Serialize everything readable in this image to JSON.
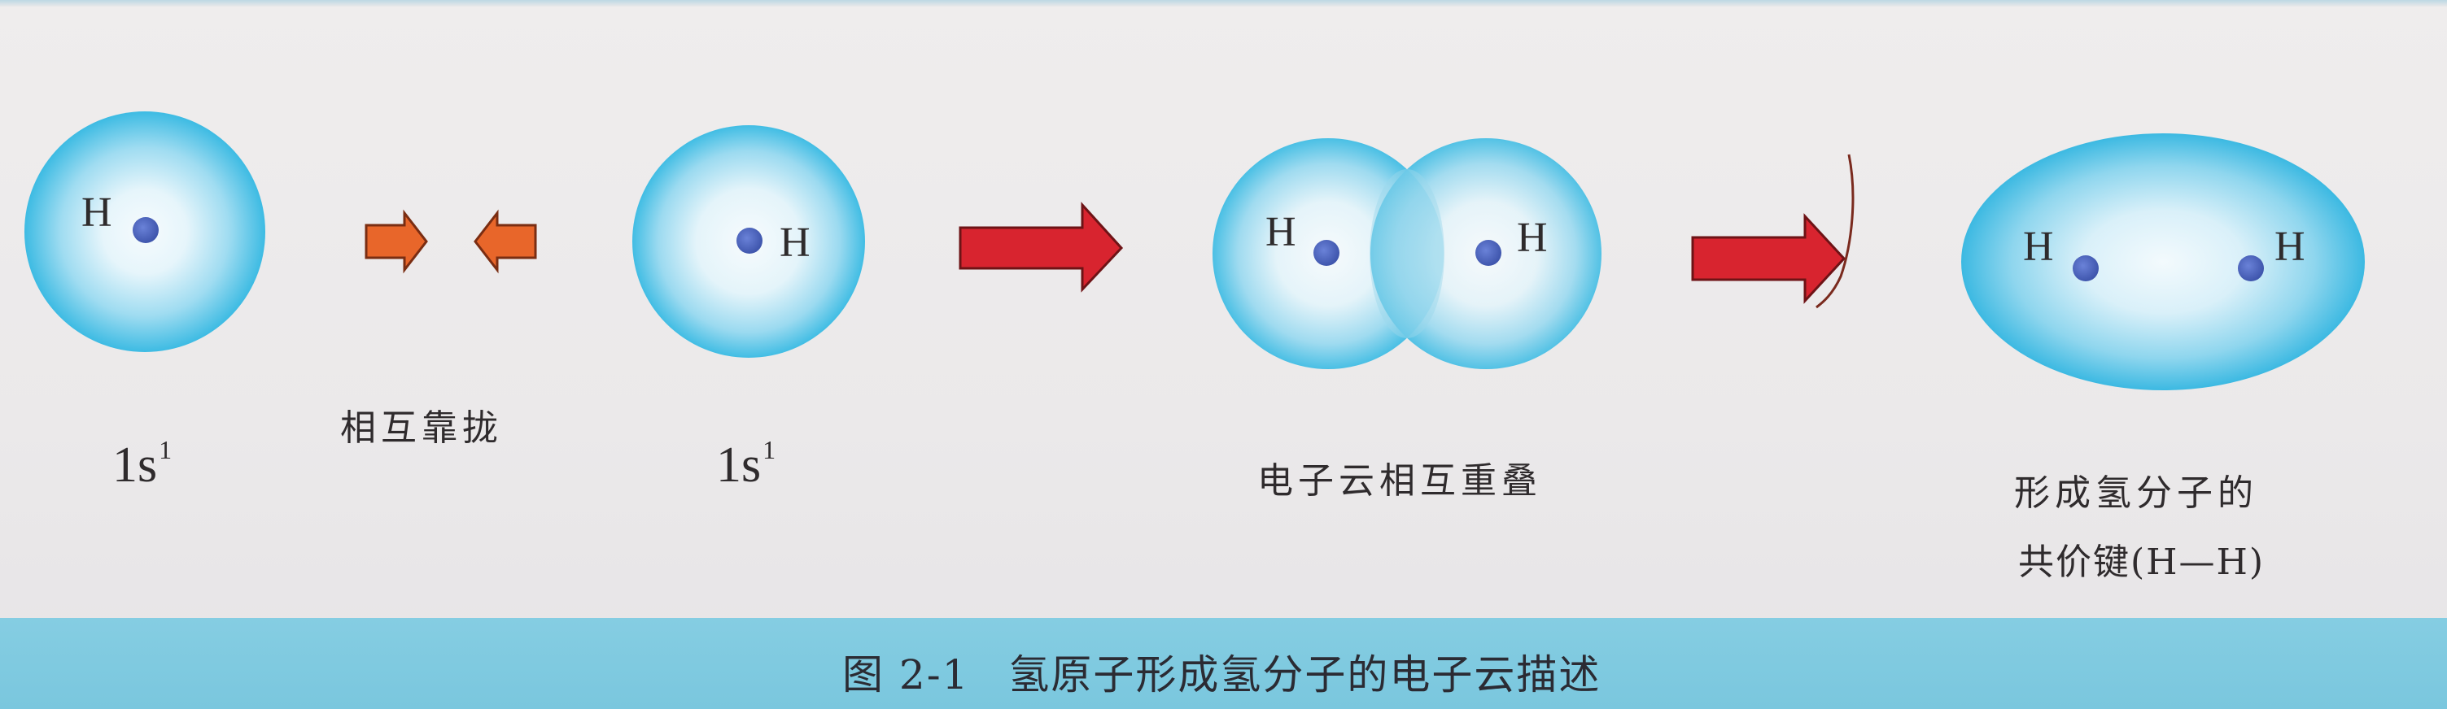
{
  "atom_label": "H",
  "orbital": {
    "base": "1s",
    "superscript": "1"
  },
  "steps": {
    "approach": "相互靠拢",
    "overlap": "电子云相互重叠",
    "bond_line1": "形成氢分子的",
    "bond_line2": "共价键(H—H)"
  },
  "caption": {
    "figure_number": "图 2-1",
    "title": "氢原子形成氢分子的电子云描述"
  },
  "colors": {
    "cloud_outer": "#3bbde4",
    "cloud_inner": "#f4fafd",
    "nucleus": "#4a63bd",
    "small_arrow": "#e8662a",
    "big_arrow": "#d8242f",
    "caption_bar": "#82cbe0"
  }
}
